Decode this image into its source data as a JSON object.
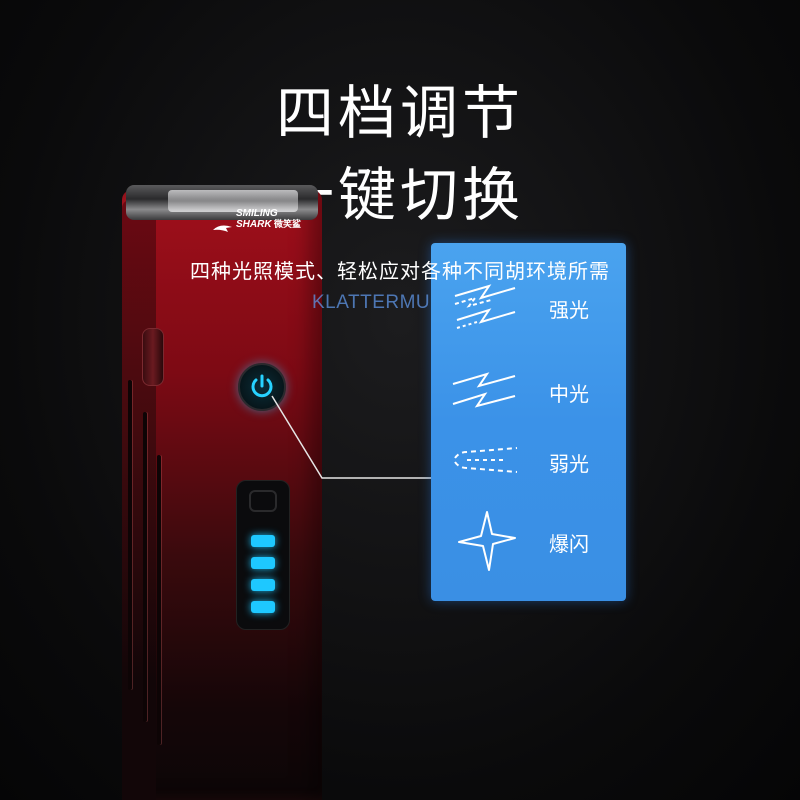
{
  "headline": {
    "line1": "四档调节",
    "line2": "一键切换"
  },
  "subtitle": "四种光照模式、轻松应对各种不同胡环境所需",
  "watermark": "KLATTERMU",
  "product": {
    "brand_line1": "SMILING",
    "brand_line2": "SHARK",
    "brand_cn": "微笑鲨",
    "body_color": "#a10f1b",
    "indicator_color": "#1ec8ff",
    "battery_leds": 4
  },
  "modes": [
    {
      "label": "强光",
      "icon": "strong-light-icon"
    },
    {
      "label": "中光",
      "icon": "medium-light-icon"
    },
    {
      "label": "弱光",
      "icon": "low-light-icon"
    },
    {
      "label": "爆闪",
      "icon": "strobe-icon"
    }
  ],
  "colors": {
    "card": "#3b92e8",
    "text": "#ffffff"
  }
}
